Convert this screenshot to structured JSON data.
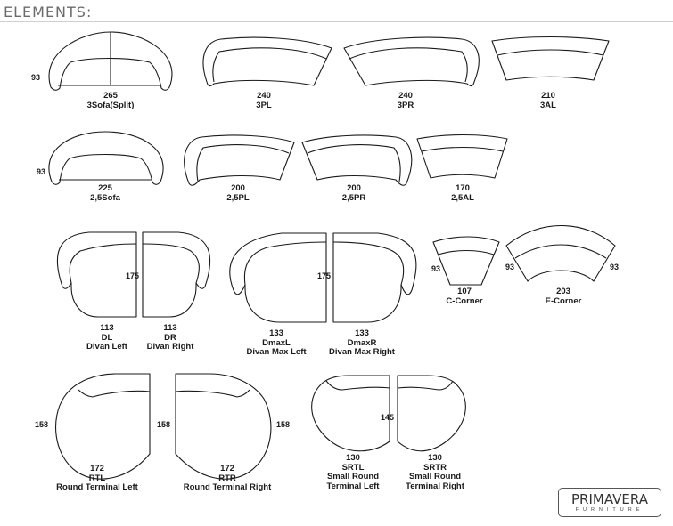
{
  "heading": "ELEMENTS:",
  "elements": [
    {
      "id": "3sofa-split",
      "lines": [
        "265",
        "3Sofa(Split)"
      ]
    },
    {
      "id": "3pl",
      "lines": [
        "240",
        "3PL"
      ]
    },
    {
      "id": "3pr",
      "lines": [
        "240",
        "3PR"
      ]
    },
    {
      "id": "3al",
      "lines": [
        "210",
        "3AL"
      ]
    },
    {
      "id": "25sofa",
      "lines": [
        "225",
        "2,5Sofa"
      ]
    },
    {
      "id": "25pl",
      "lines": [
        "200",
        "2,5PL"
      ]
    },
    {
      "id": "25pr",
      "lines": [
        "200",
        "2,5PR"
      ]
    },
    {
      "id": "25al",
      "lines": [
        "170",
        "2,5AL"
      ]
    },
    {
      "id": "dl",
      "lines": [
        "113",
        "DL",
        "Divan Left"
      ]
    },
    {
      "id": "dr",
      "lines": [
        "113",
        "DR",
        "Divan Right"
      ]
    },
    {
      "id": "dmaxl",
      "lines": [
        "133",
        "DmaxL",
        "Divan Max Left"
      ]
    },
    {
      "id": "dmaxr",
      "lines": [
        "133",
        "DmaxR",
        "Divan Max Right"
      ]
    },
    {
      "id": "c-corner",
      "lines": [
        "107",
        "C-Corner"
      ]
    },
    {
      "id": "e-corner",
      "lines": [
        "203",
        "E-Corner"
      ]
    },
    {
      "id": "rtl",
      "lines": [
        "172",
        "RTL",
        "Round Terminal Left"
      ]
    },
    {
      "id": "rtr",
      "lines": [
        "172",
        "RTR",
        "Round Terminal Right"
      ]
    },
    {
      "id": "srtl",
      "lines": [
        "130",
        "SRTL",
        "Small Round",
        "Terminal Left"
      ]
    },
    {
      "id": "srtr",
      "lines": [
        "130",
        "SRTR",
        "Small Round",
        "Terminal Right"
      ]
    }
  ],
  "dimensions": {
    "sofa3_depth": "93",
    "sofa25_depth": "93",
    "divan_depth": "175",
    "divanmax_depth": "175",
    "ccorner_depth": "93",
    "ecorner_left": "93",
    "ecorner_right": "93",
    "rtl_depth": "158",
    "rtr_left_depth": "158",
    "rtr_right_depth": "158",
    "srt_depth": "145"
  },
  "logo": {
    "brand": "PRIMAVERA",
    "sub": "FURNITURE"
  }
}
